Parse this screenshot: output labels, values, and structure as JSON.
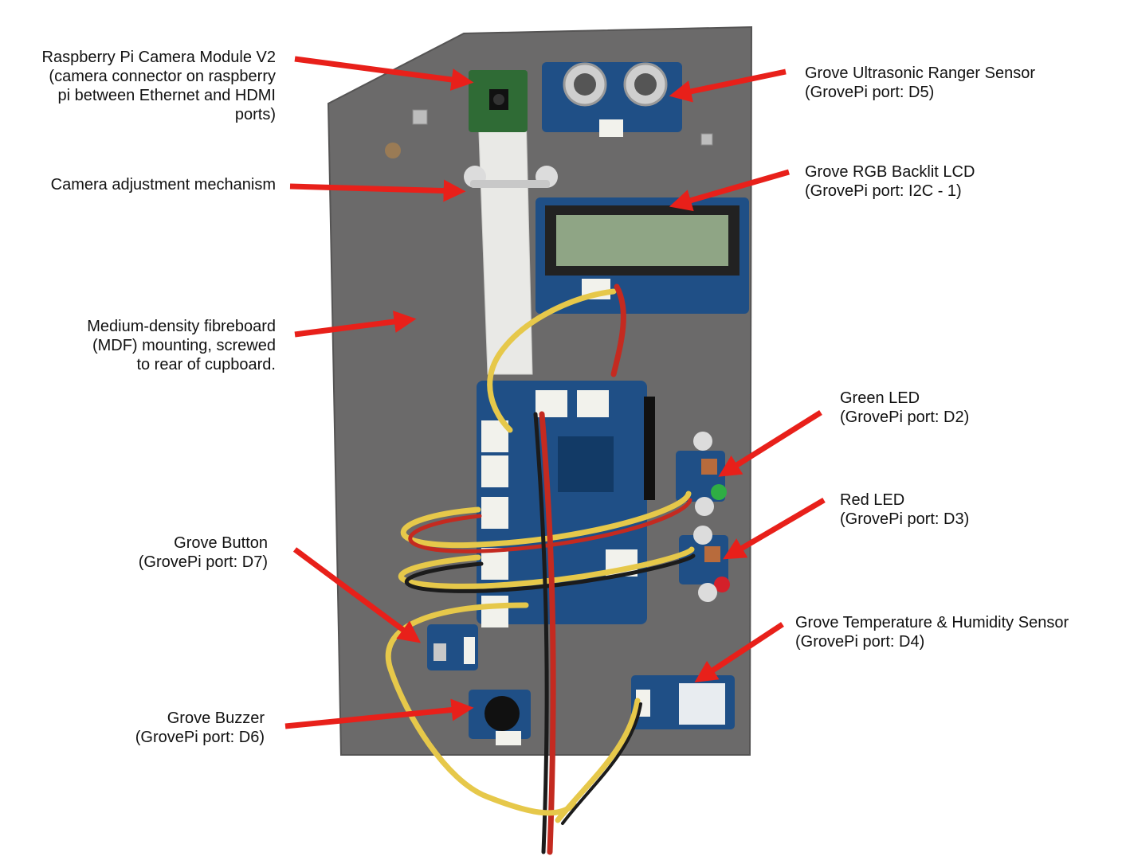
{
  "colors": {
    "arrow": "#e8201a",
    "board": "#6b6a6a",
    "board_edge": "#555454",
    "pcb_blue": "#1f4f86",
    "pcb_green": "#2f6b35",
    "lcd_screen": "#8fa585",
    "ribbon": "#e9e9e6",
    "wire_yellow": "#e6c84a",
    "wire_red": "#c42a20",
    "wire_black": "#1b1b1b",
    "wire_white": "#f2f2ec",
    "led_green": "#2fae44",
    "led_red": "#d4202a"
  },
  "labels": {
    "camera": [
      "Raspberry Pi Camera Module V2",
      "(camera connector on raspberry",
      "pi between Ethernet and HDMI",
      "ports)"
    ],
    "adjust": [
      "Camera adjustment mechanism"
    ],
    "mdf": [
      "Medium-density fibreboard",
      "(MDF) mounting, screwed",
      "to rear of cupboard."
    ],
    "button": [
      "Grove Button",
      "(GrovePi port: D7)"
    ],
    "buzzer": [
      "Grove Buzzer",
      "(GrovePi port: D6)"
    ],
    "ultrasonic": [
      "Grove Ultrasonic Ranger Sensor",
      "(GrovePi port: D5)"
    ],
    "lcd": [
      "Grove RGB Backlit LCD",
      "(GrovePi port: I2C - 1)"
    ],
    "green_led": [
      "Green LED",
      "(GrovePi port: D2)"
    ],
    "red_led": [
      "Red LED",
      "(GrovePi port: D3)"
    ],
    "temp": [
      "Grove Temperature & Humidity Sensor",
      "(GrovePi port: D4)"
    ]
  }
}
